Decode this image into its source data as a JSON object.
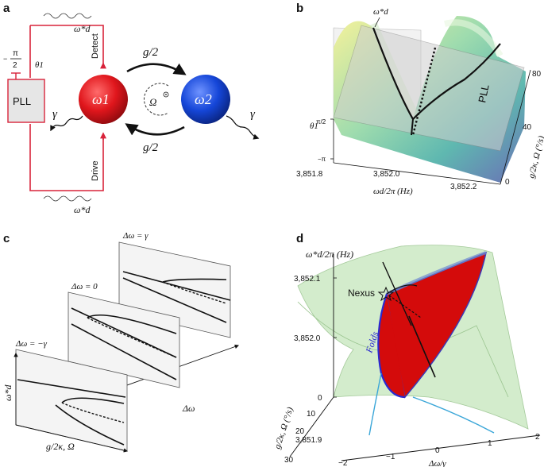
{
  "panels": {
    "a": {
      "label": "a",
      "pll": "PLL",
      "phase_num": "π",
      "phase_sign": "−",
      "phase_den": "2",
      "theta": "θ1",
      "detect": "Detect",
      "drive": "Drive",
      "omega_d_top": "ω*d",
      "omega_d_bottom": "ω*d",
      "g_top": "g/2",
      "g_bottom": "g/2",
      "omega1": "ω1",
      "omega2": "ω2",
      "Omega": "Ω",
      "gamma_left": "γ",
      "gamma_right": "γ"
    },
    "b": {
      "label": "b",
      "omega_d_marker": "ω*d",
      "pll": "PLL",
      "theta_label": "θ1",
      "theta_ticks": [
        "π/2",
        "−π"
      ],
      "x_ticks": [
        "3,851.8",
        "3,852.0",
        "3,852.2"
      ],
      "x_label": "ωd/2π (Hz)",
      "z_ticks": [
        "80",
        "40",
        "0"
      ],
      "z_label": "g/2κ, Ω (°/s)"
    },
    "c": {
      "label": "c",
      "slices": [
        "Δω = −γ",
        "Δω = 0",
        "Δω = γ"
      ],
      "y_label": "ω*d",
      "x_label": "g/2κ, Ω",
      "depth_label": "Δω"
    },
    "d": {
      "label": "d",
      "y_label": "ω*d/2π (Hz)",
      "y_ticks": [
        "3,852.1",
        "3,852.0",
        "3,851.9"
      ],
      "nexus": "Nexus",
      "folds": "Folds",
      "z_label": "g/2κ, Ω (°/s)",
      "z_ticks": [
        "0",
        "10",
        "20",
        "30"
      ],
      "x_label": "Δω/γ",
      "x_ticks": [
        "−2",
        "−1",
        "0",
        "1",
        "2"
      ]
    }
  },
  "colors": {
    "loop_red": "#d8233a",
    "resonator1": "#e0161c",
    "resonator2": "#1546d8",
    "fold_blue": "#2a2ad0",
    "surface_green": "#cfeac7",
    "cyan_curve": "#3aa6d8"
  }
}
